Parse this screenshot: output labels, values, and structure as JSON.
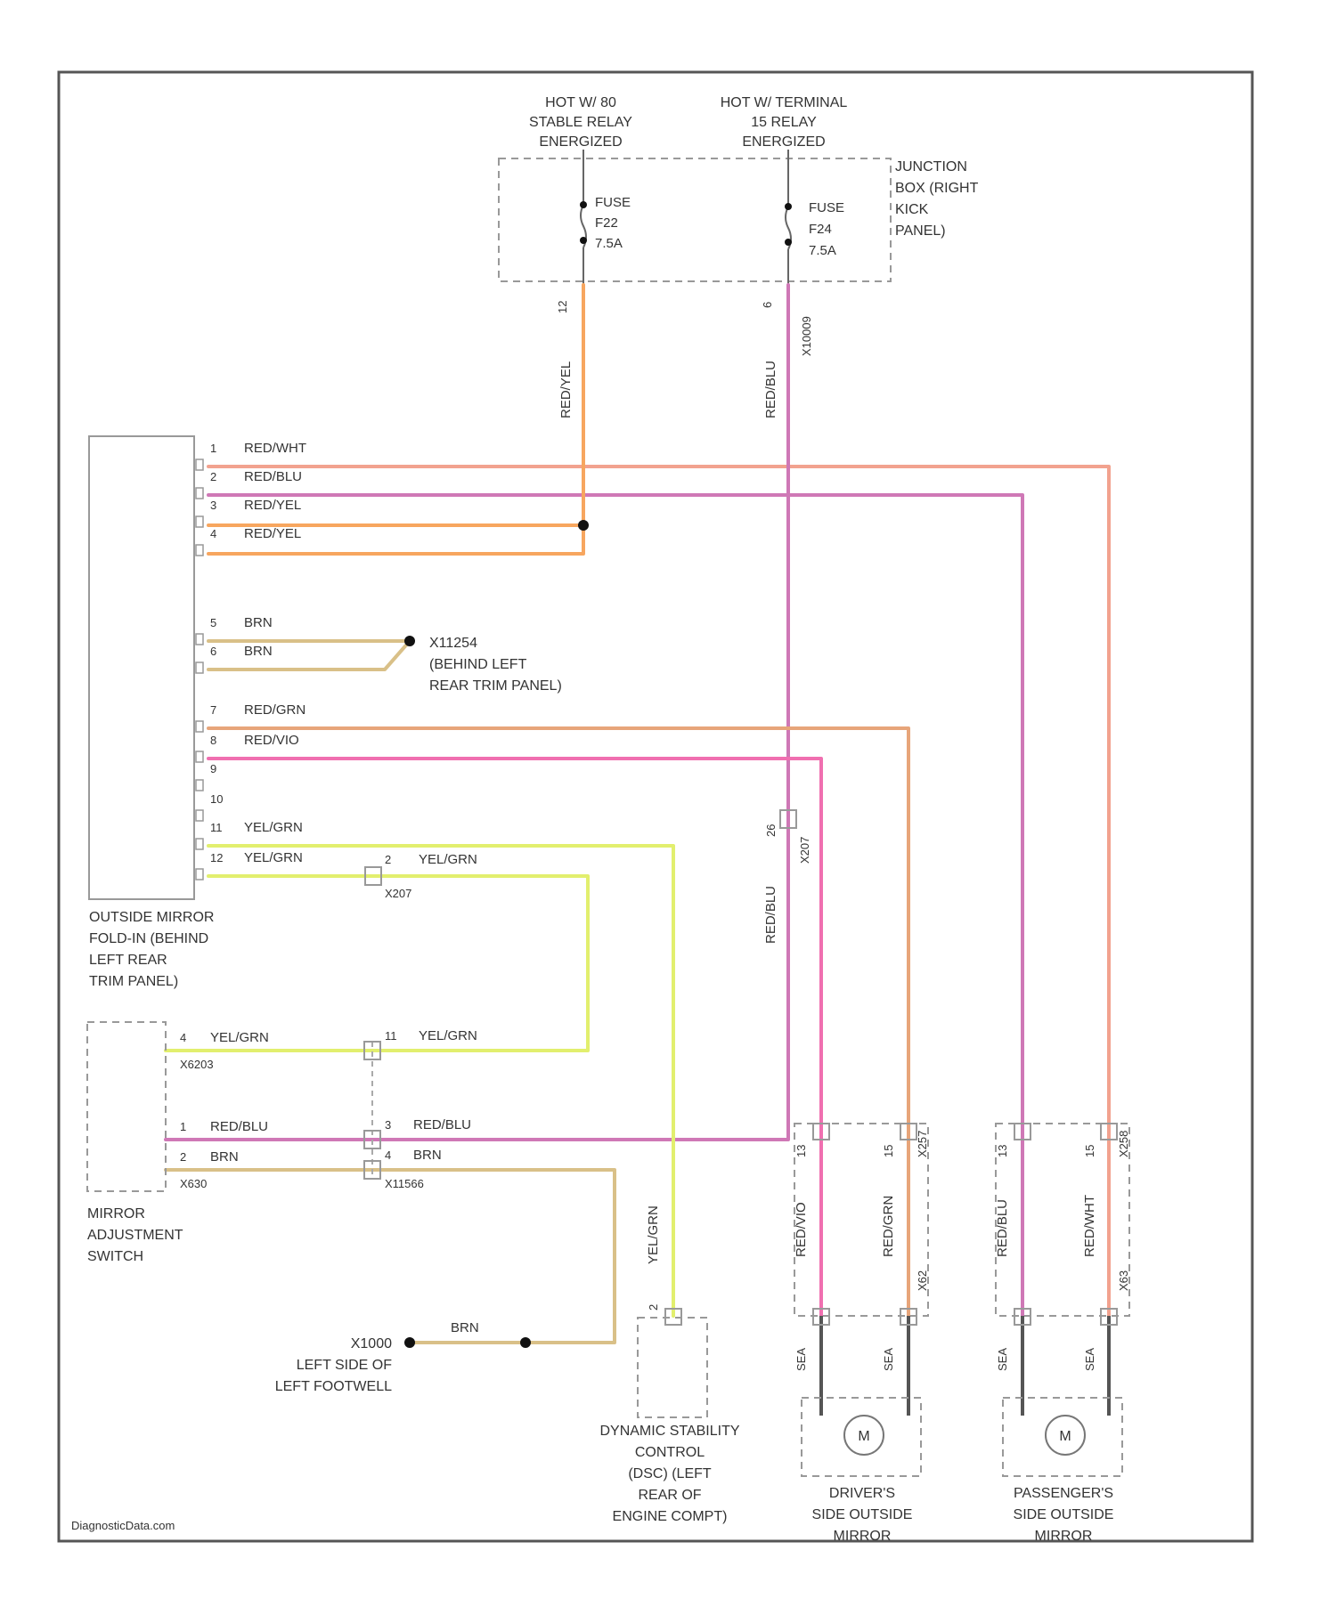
{
  "colors": {
    "red_wht": "#f2a28f",
    "red_blu": "#cf78b6",
    "red_yel": "#f7a65f",
    "brn": "#d9c088",
    "red_grn": "#e7a57a",
    "red_vio": "#f06fb0",
    "yel_grn": "#e2ef6e",
    "dark": "#555555"
  },
  "top": {
    "hot_left": [
      "HOT W/ 80",
      "STABLE RELAY",
      "ENERGIZED"
    ],
    "hot_right": [
      "HOT W/ TERMINAL",
      "15 RELAY",
      "ENERGIZED"
    ],
    "junction": [
      "JUNCTION",
      "BOX (RIGHT",
      "KICK",
      "PANEL)"
    ],
    "fuse_left": [
      "FUSE",
      "F22",
      "7.5A"
    ],
    "fuse_right": [
      "FUSE",
      "F24",
      "7.5A"
    ],
    "pin_left": "12",
    "pin_right": "6",
    "conn_right": "X10009",
    "wire_left": "RED/YEL",
    "wire_right": "RED/BLU"
  },
  "fold_module": {
    "label": [
      "OUTSIDE MIRROR",
      "FOLD-IN (BEHIND",
      "LEFT REAR",
      "TRIM PANEL)"
    ],
    "pins": [
      {
        "num": "1",
        "wire": "RED/WHT"
      },
      {
        "num": "2",
        "wire": "RED/BLU"
      },
      {
        "num": "3",
        "wire": "RED/YEL"
      },
      {
        "num": "4",
        "wire": "RED/YEL"
      },
      {
        "num": "5",
        "wire": "BRN"
      },
      {
        "num": "6",
        "wire": "BRN"
      },
      {
        "num": "7",
        "wire": "RED/GRN"
      },
      {
        "num": "8",
        "wire": "RED/VIO"
      },
      {
        "num": "9",
        "wire": ""
      },
      {
        "num": "10",
        "wire": ""
      },
      {
        "num": "11",
        "wire": "YEL/GRN"
      },
      {
        "num": "12",
        "wire": "YEL/GRN"
      }
    ]
  },
  "ground_mid": [
    "X11254",
    "(BEHIND LEFT",
    "REAR TRIM PANEL)"
  ],
  "splice_x207": {
    "pin": "2",
    "name": "X207",
    "wire": "YEL/GRN"
  },
  "vertical_mid": {
    "pin": "26",
    "conn": "X207",
    "wire": "RED/BLU"
  },
  "mirror_switch": {
    "label": [
      "MIRROR",
      "ADJUSTMENT",
      "SWITCH"
    ],
    "pins": [
      {
        "num": "4",
        "wire": "YEL/GRN"
      },
      {
        "num": "1",
        "wire": "RED/BLU"
      },
      {
        "num": "2",
        "wire": "BRN"
      }
    ],
    "conn_top": "X6203",
    "conn_bottom": "X630"
  },
  "x11 ": {},
  "switch_splice": {
    "p11": {
      "num": "11",
      "wire": "YEL/GRN"
    },
    "p3": {
      "num": "3",
      "wire": "RED/BLU"
    },
    "p4": {
      "num": "4",
      "wire": "BRN"
    },
    "conn": "X11566"
  },
  "ground_bottom": {
    "label": [
      "X1000",
      "LEFT SIDE OF",
      "LEFT FOOTWELL"
    ],
    "wire": "BRN"
  },
  "dsc": {
    "pin": "2",
    "wire": "YEL/GRN",
    "label": [
      "DYNAMIC STABILITY",
      "CONTROL",
      "(DSC) (LEFT",
      "REAR OF",
      "ENGINE COMPT)"
    ]
  },
  "driver_mirror": {
    "label": [
      "DRIVER'S",
      "SIDE OUTSIDE",
      "MIRROR"
    ],
    "pin_a": "13",
    "pin_b": "15",
    "conn": "X257",
    "wire_a": "RED/VIO",
    "wire_b": "RED/GRN",
    "conn2": "X62",
    "sub_a": "SEA",
    "sub_b": "SEA",
    "motor": "M"
  },
  "pass_mirror": {
    "label": [
      "PASSENGER'S",
      "SIDE OUTSIDE",
      "MIRROR"
    ],
    "pin_a": "13",
    "pin_b": "15",
    "conn": "X258",
    "wire_a": "RED/BLU",
    "wire_b": "RED/WHT",
    "conn2": "X63",
    "sub_a": "SEA",
    "sub_b": "SEA",
    "motor": "M"
  },
  "watermark": "DiagnosticData.com"
}
